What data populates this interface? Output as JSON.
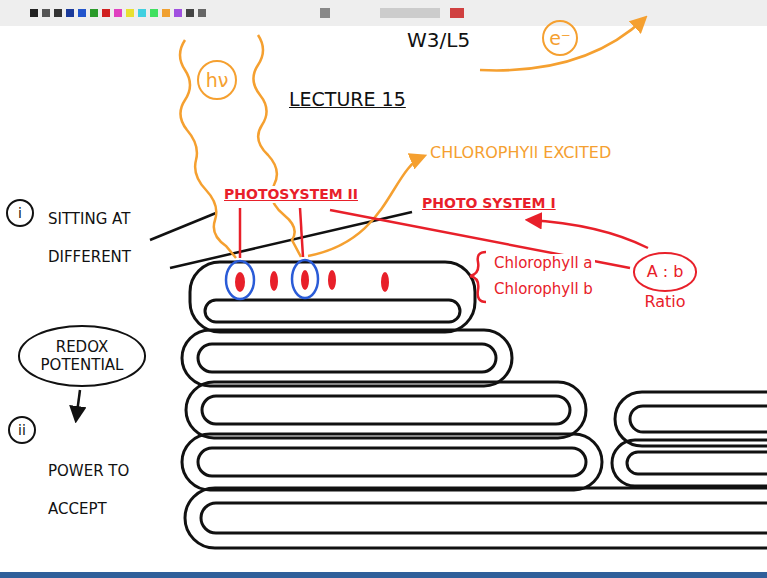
{
  "diagram": {
    "title": "LECTURE 15",
    "nodes": [
      {
        "text": [
          "e⁻"
        ]
      },
      {
        "text": [
          "hν"
        ]
      },
      {
        "text": [
          "A : b",
          "Ratio"
        ]
      },
      {
        "text": [
          "i"
        ]
      },
      {
        "text": [
          "REDOX POTENTIAL"
        ]
      },
      {
        "text": [
          "ii"
        ]
      }
    ],
    "labels": [
      "W3/L5",
      "CHLOROPHYll EXCITED",
      "PHOTOSYSTEM II",
      "PHOTO SYSTEM I",
      "Chlorophyll a",
      "Chlorophyll b",
      "SITTING AT DIFFERENT",
      "POWER TO ACCEPT"
    ]
  }
}
